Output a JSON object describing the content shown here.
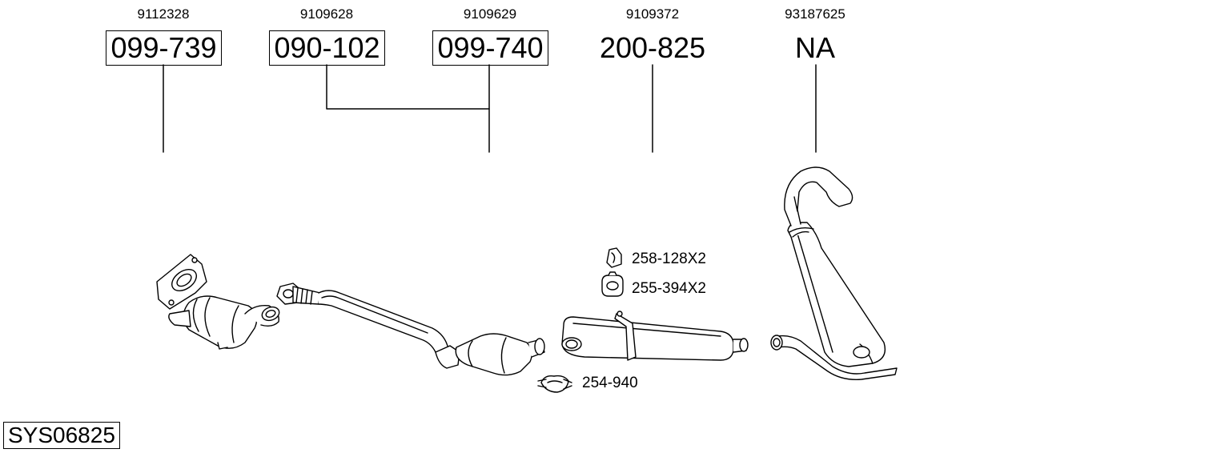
{
  "parts": [
    {
      "oe": "9112328",
      "number": "099-739",
      "boxed": true
    },
    {
      "oe": "9109628",
      "number": "090-102",
      "boxed": true
    },
    {
      "oe": "9109629",
      "number": "099-740",
      "boxed": true
    },
    {
      "oe": "9109372",
      "number": "200-825",
      "boxed": false
    },
    {
      "oe": "93187625",
      "number": "NA",
      "boxed": false
    }
  ],
  "accessories": [
    {
      "number": "258-128X2",
      "icon": "rubber-hanger-icon"
    },
    {
      "number": "255-394X2",
      "icon": "rubber-ring-hanger-icon"
    },
    {
      "number": "254-940",
      "icon": "clamp-icon"
    }
  ],
  "system_id": "SYS06825"
}
